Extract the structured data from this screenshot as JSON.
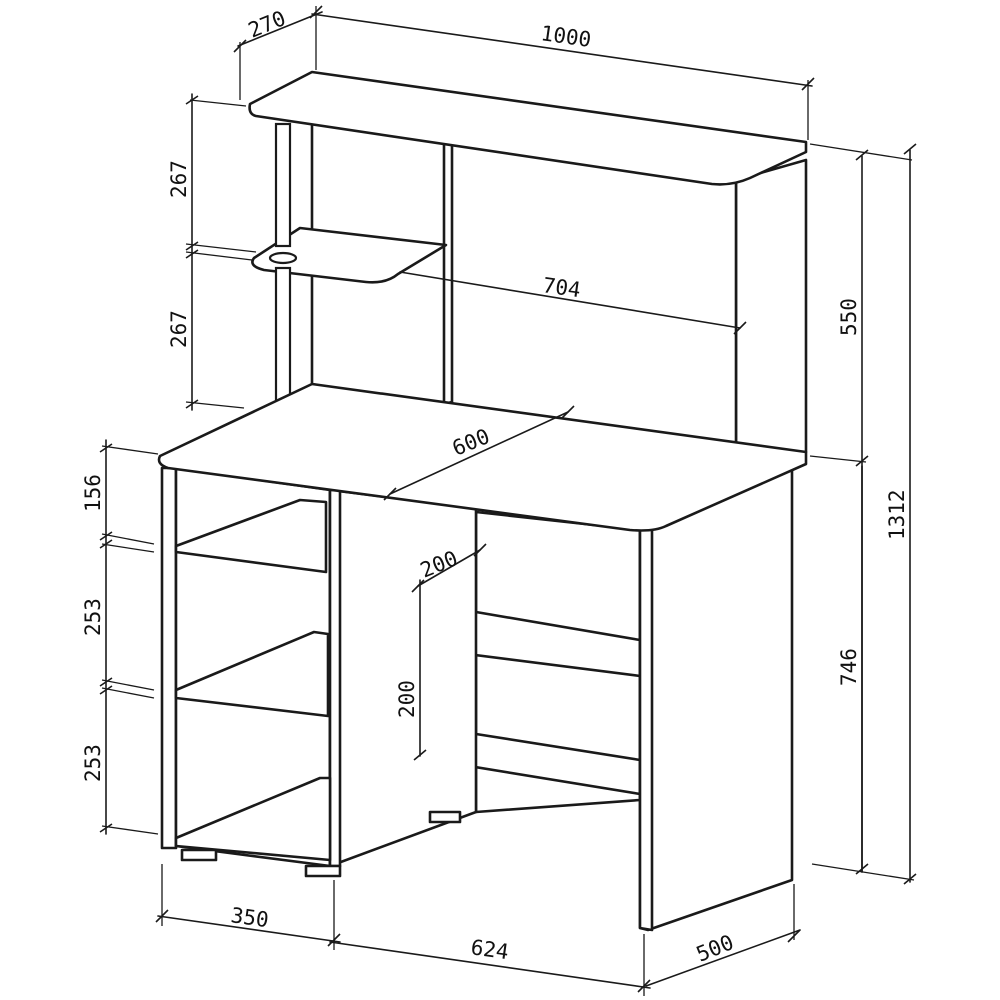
{
  "dimensions": {
    "top_depth": "270",
    "width": "1000",
    "upper_shelf_gap": "267",
    "lower_shelf_gap": "267",
    "shelf_width": "704",
    "hutch_height": "550",
    "desk_depth": "600",
    "total_height": "1312",
    "drawer_top": "156",
    "pedestal_shelf_1": "253",
    "pedestal_shelf_2": "253",
    "inner_shelf_depth": "200",
    "inner_shelf_height": "200",
    "desk_height": "746",
    "pedestal_width": "350",
    "knee_width": "624",
    "side_depth": "500"
  }
}
